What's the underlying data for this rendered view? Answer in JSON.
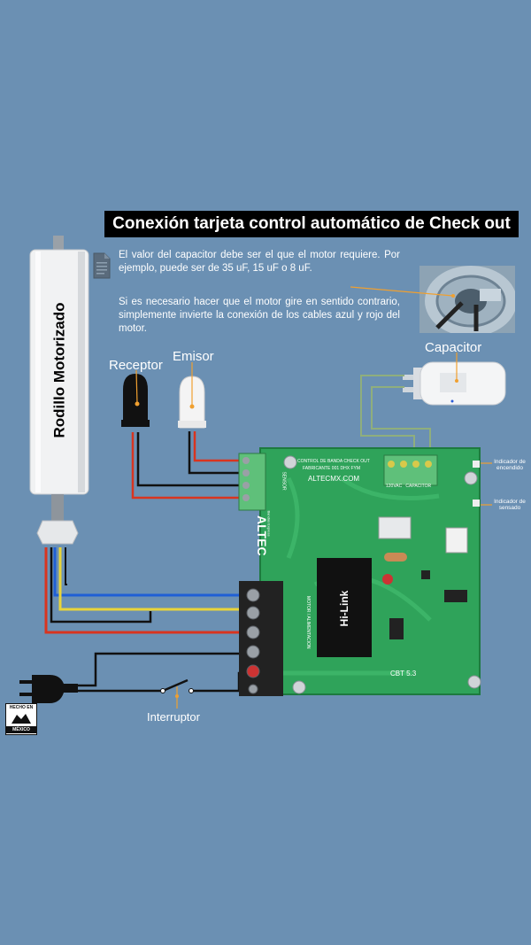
{
  "title": "Conexión tarjeta control automático de Check out",
  "note1": "El valor del capacitor debe ser el que el motor requiere. Por ejemplo, puede ser de 35 uF, 15 uF o 8 uF.",
  "note2": "Si es necesario hacer que el motor gire en sentido contrario, simplemente invierte la conexión de los cables azul y rojo del motor.",
  "labels": {
    "roller": "Rodillo Motorizado",
    "receptor": "Receptor",
    "emisor": "Emisor",
    "capacitor": "Capacitor",
    "interruptor": "Interruptor",
    "indicador_encendido": "Indicador de encendido",
    "indicador_sensado": "Indicador de sensado"
  },
  "board": {
    "brand": "ALTEC",
    "brand_sub": "Bandas Express",
    "header_line1": "CONTROL DE BANDA CHECK OUT",
    "header_line2": "FABRICANTE 001 DHX FYM",
    "website": "ALTECMX.COM",
    "sensor_label": "SENSOR",
    "capacitor_pins": "120VAC   CAPACITOR",
    "power_module": "Hi-Link",
    "motor_label": "MOTOR / ALIMENTACION",
    "version": "CBT 5.3"
  },
  "badge": {
    "line1": "HECHO EN",
    "line2": "MÉXICO"
  },
  "colors": {
    "background": "#6b90b3",
    "board": "#2fa35a",
    "wire_blue": "#1f5fd6",
    "wire_yellow": "#e8d43a",
    "wire_red": "#d9341f",
    "wire_black": "#111111",
    "wire_green": "#8fae7d"
  }
}
